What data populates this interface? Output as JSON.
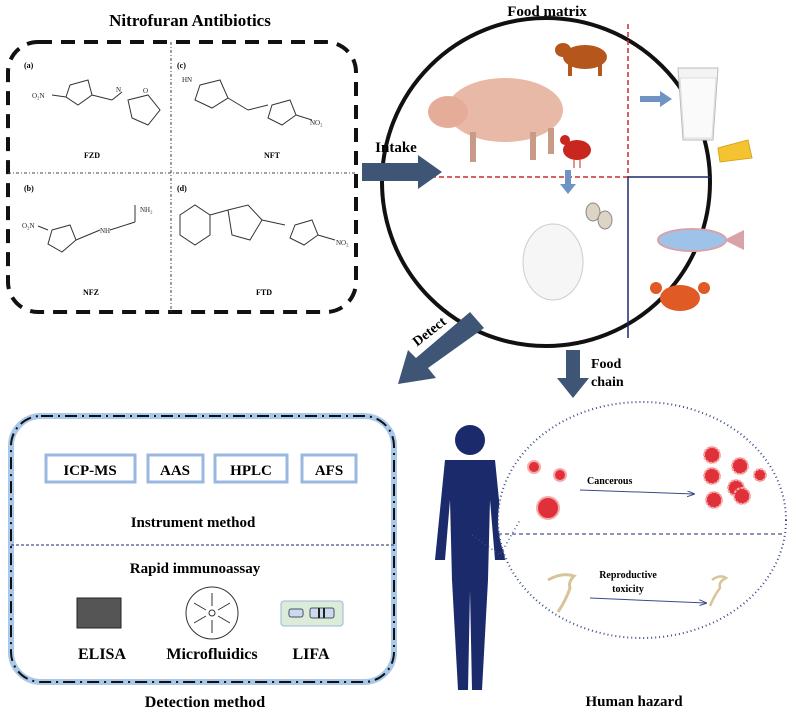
{
  "nitrofuran": {
    "title": "Nitrofuran Antibiotics",
    "panels": [
      {
        "tag": "(a)",
        "name": "FZD"
      },
      {
        "tag": "(c)",
        "name": "NFT"
      },
      {
        "tag": "(b)",
        "name": "NFZ"
      },
      {
        "tag": "(d)",
        "name": "FTD"
      }
    ],
    "atoms": {
      "o2n": "O₂N",
      "no2": "NO₂",
      "n": "N",
      "o": "O",
      "hn": "HN",
      "nh": "NH",
      "nh2": "NH₂"
    }
  },
  "arrows": {
    "intake": "Intake",
    "detect": "Detect",
    "food_chain_1": "Food",
    "food_chain_2": "chain"
  },
  "food_matrix": {
    "title": "Food matrix"
  },
  "detection": {
    "instruments": [
      "ICP-MS",
      "AAS",
      "HPLC",
      "AFS"
    ],
    "instrument_title": "Instrument method",
    "rapid_title": "Rapid immunoassay",
    "rapid_methods": [
      "ELISA",
      "Microfluidics",
      "LIFA"
    ],
    "title": "Detection method"
  },
  "hazard": {
    "cancerous": "Cancerous",
    "repro_1": "Reproductive",
    "repro_2": "toxicity",
    "title": "Human hazard"
  },
  "colors": {
    "arrow": "#3e5575",
    "navy": "#1b2a6b",
    "red_dash": "#d42a2a",
    "cell": "#e0303a",
    "box_glow": "#a9c8ea"
  }
}
